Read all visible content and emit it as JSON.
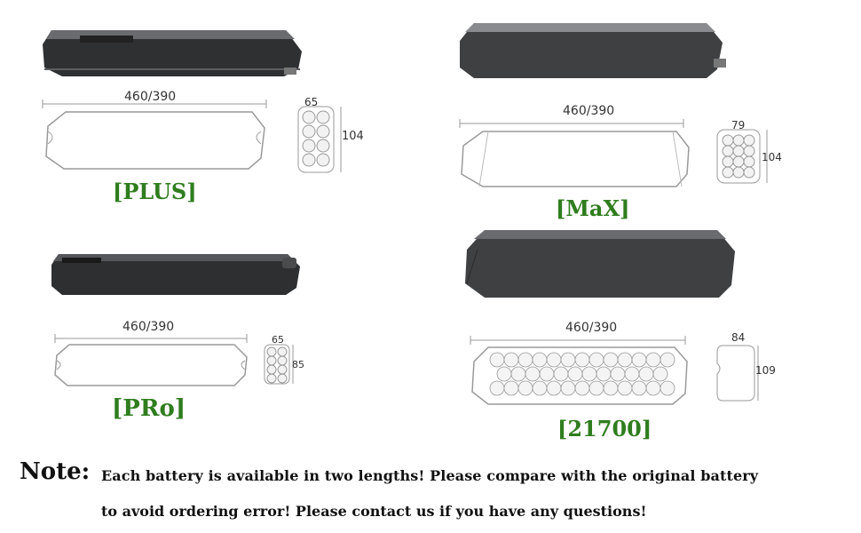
{
  "colors": {
    "label_green": "#2f7d1e",
    "battery_body": "#3f4042",
    "battery_top": "#6a6b6e",
    "drawing_line": "#9a9a9a"
  },
  "batteries": [
    {
      "model": "[PLUS]",
      "length": "460/390",
      "width": "65",
      "height": "104"
    },
    {
      "model": "[MaX]",
      "length": "460/390",
      "width": "79",
      "height": "104"
    },
    {
      "model": "[PRo]",
      "length": "460/390",
      "width": "65",
      "height": "85"
    },
    {
      "model": "[21700]",
      "length": "460/390",
      "width": "84",
      "height": "109"
    }
  ],
  "note": {
    "title": "Note:",
    "line1": "Each battery is available in two lengths! Please compare with the original battery",
    "line2": "to avoid ordering error! Please contact us if you have any questions!"
  }
}
